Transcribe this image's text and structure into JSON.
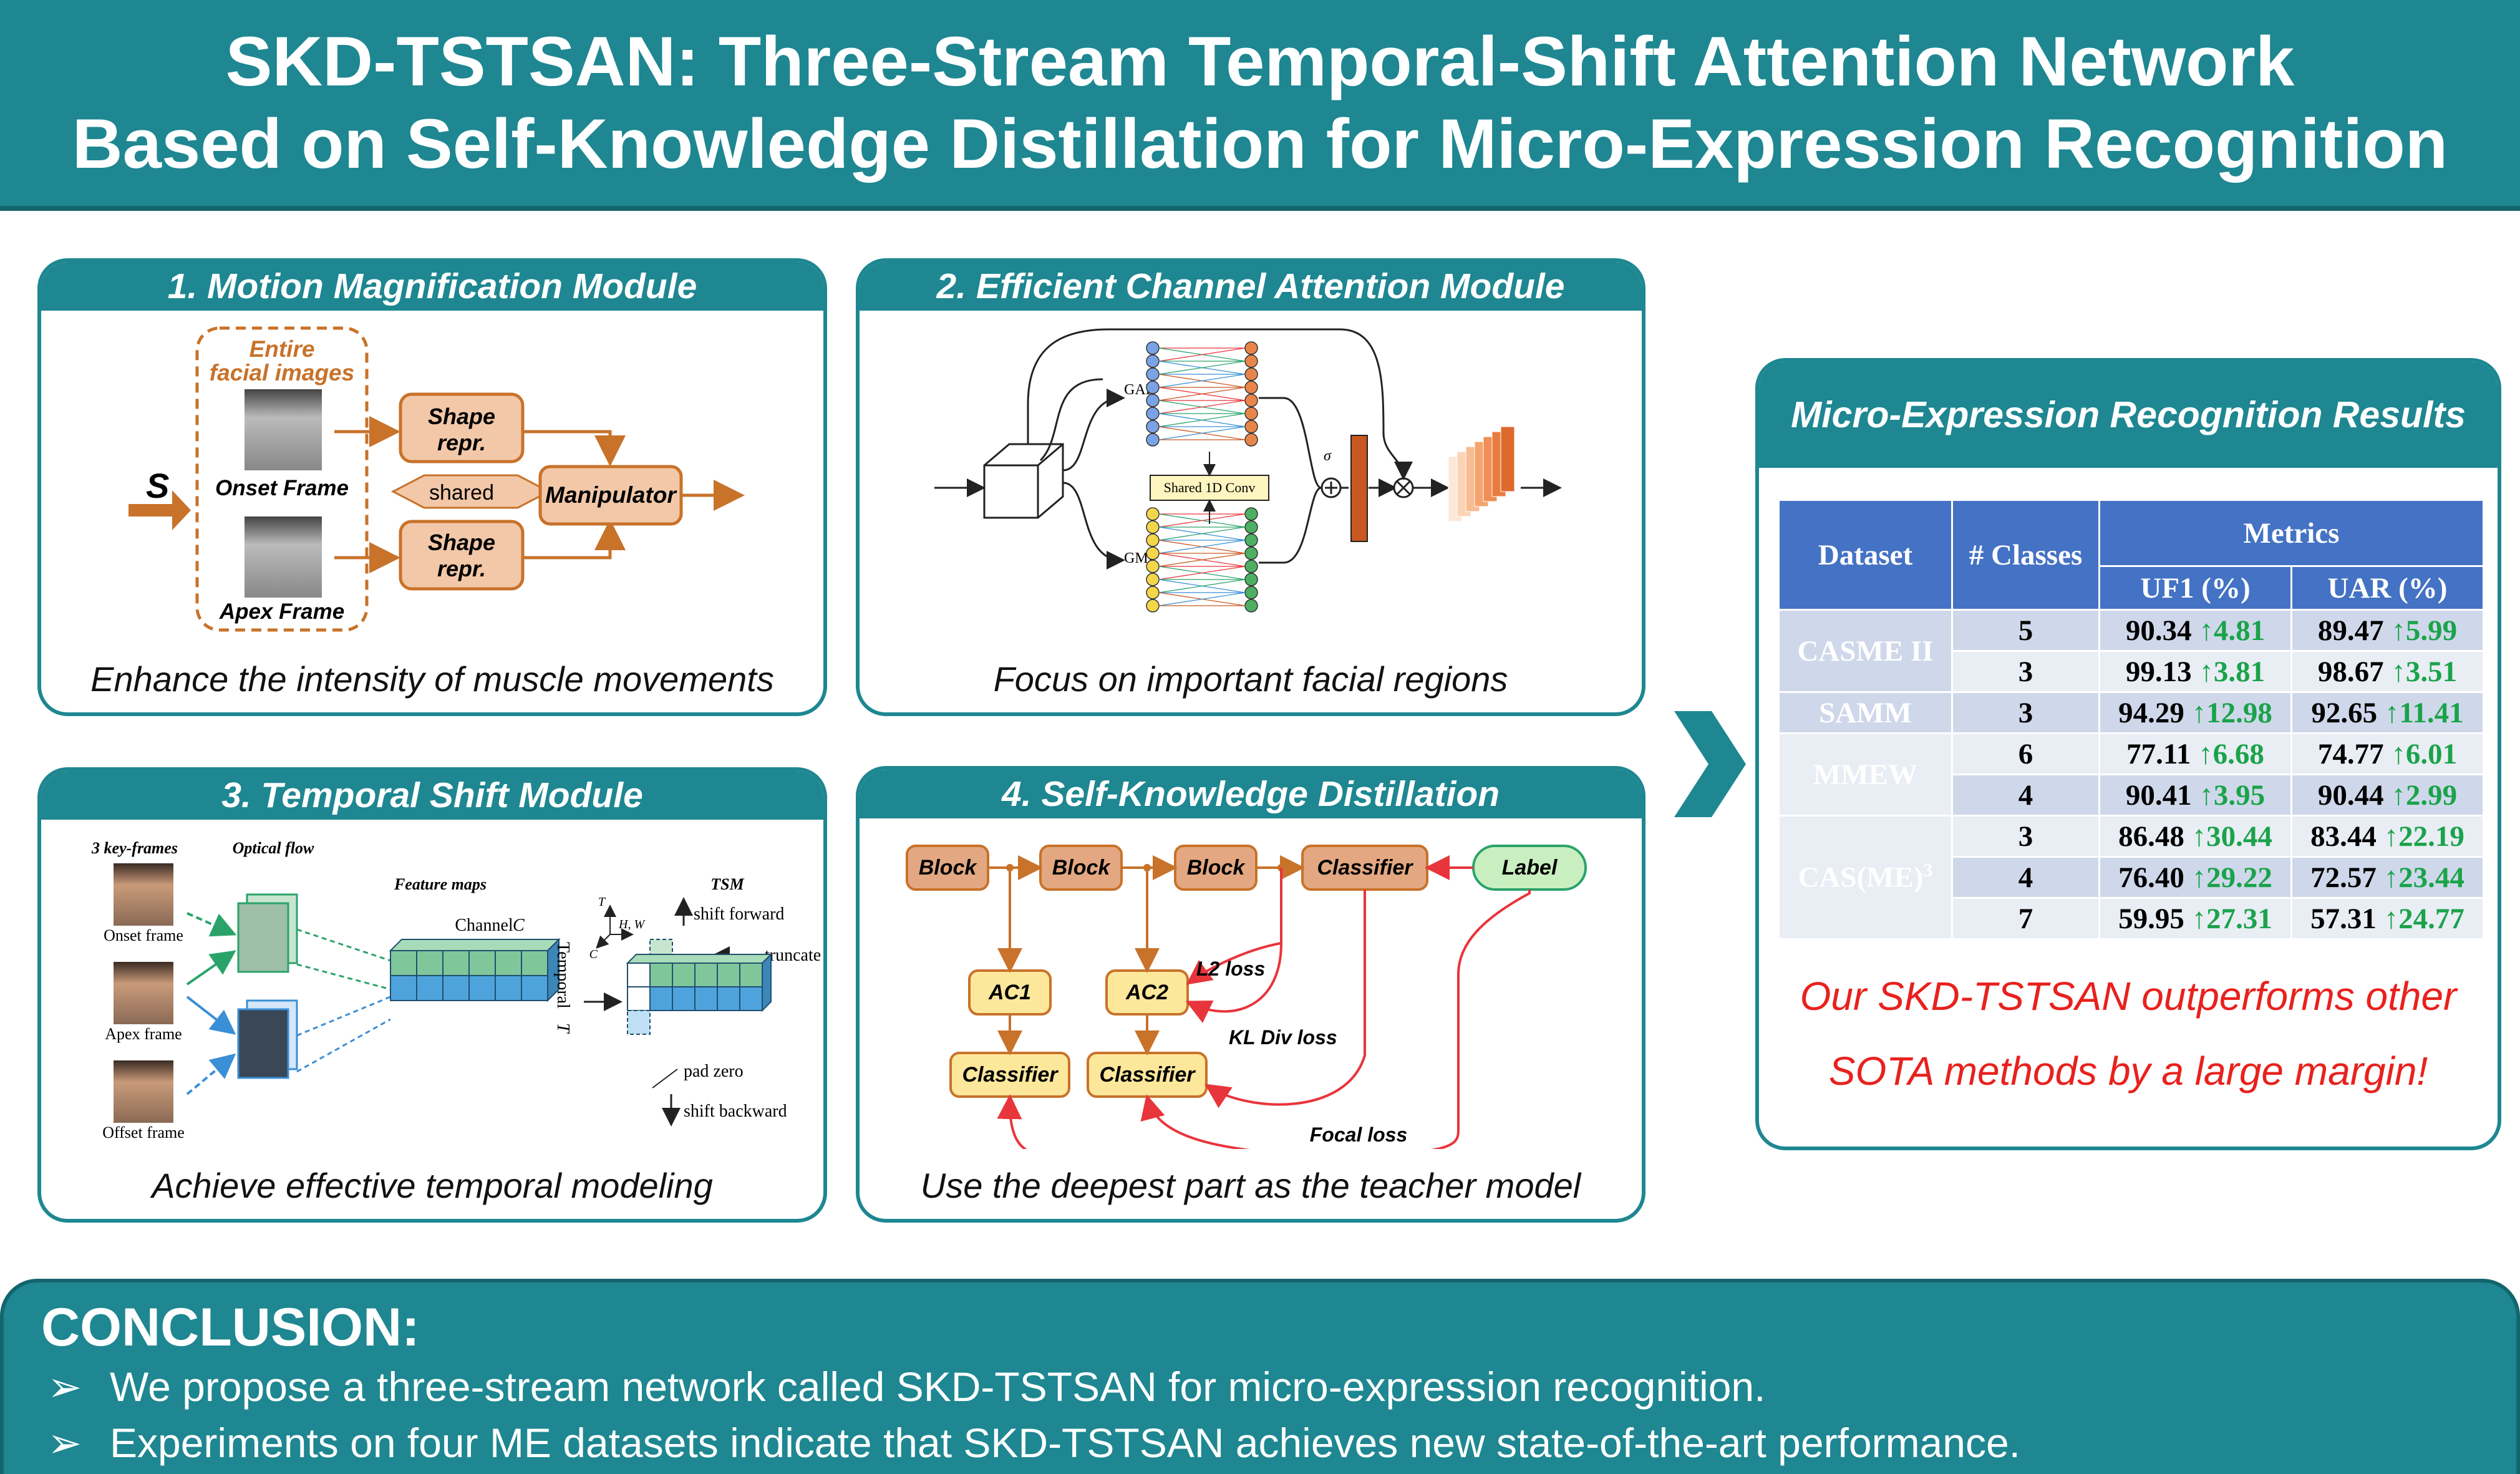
{
  "title": {
    "line1": "SKD-TSTSAN: Three-Stream Temporal-Shift Attention Network",
    "line2": "Based on Self-Knowledge Distillation for Micro-Expression Recognition"
  },
  "panel1": {
    "heading": "1. Motion Magnification Module",
    "input": "S",
    "entire": "Entire",
    "facial": "facial images",
    "onset": "Onset Frame",
    "apex": "Apex Frame",
    "shape": "Shape",
    "repr": "repr.",
    "shared": "shared",
    "manipulator": "Manipulator",
    "caption": "Enhance the intensity of muscle movements"
  },
  "panel2": {
    "heading": "2. Efficient Channel Attention Module",
    "gap": "GAP",
    "gmp": "GMP",
    "conv": "Shared 1D Conv",
    "sigma": "σ",
    "caption": "Focus on important facial regions"
  },
  "panel3": {
    "heading": "3. Temporal Shift Module",
    "keyframes": "3 key-frames",
    "flow": "Optical flow",
    "featmaps": "Feature maps",
    "channel": "Channel",
    "channel_c": "C",
    "temporal": "Temporal",
    "temporal_t": "T",
    "onset": "Onset frame",
    "apex": "Apex frame",
    "offset": "Offset frame",
    "tsm": "TSM",
    "shift_fwd": "shift forward",
    "truncate": "truncate",
    "pad": "pad zero",
    "shift_bwd": "shift backward",
    "axis_t": "T",
    "axis_hw": "H, W",
    "axis_c": "C",
    "caption": "Achieve effective temporal modeling"
  },
  "panel4": {
    "heading": "4. Self-Knowledge Distillation",
    "block": "Block",
    "classifier": "Classifier",
    "label": "Label",
    "ac1": "AC1",
    "ac2": "AC2",
    "l2": "L2 loss",
    "kl": "KL Div loss",
    "focal": "Focal loss",
    "caption": "Use the deepest part as the teacher model"
  },
  "results": {
    "heading": "Micro-Expression Recognition Results",
    "headers": {
      "dataset": "Dataset",
      "classes": "# Classes",
      "metrics": "Metrics",
      "uf1": "UF1 (%)",
      "uar": "UAR (%)"
    },
    "rows": [
      {
        "dataset": "CASME II",
        "classes": "5",
        "uf1": "90.34",
        "uf1_up": "↑4.81",
        "uar": "89.47",
        "uar_up": "↑5.99"
      },
      {
        "dataset": "",
        "classes": "3",
        "uf1": "99.13",
        "uf1_up": "↑3.81",
        "uar": "98.67",
        "uar_up": "↑3.51"
      },
      {
        "dataset": "SAMM",
        "classes": "3",
        "uf1": "94.29",
        "uf1_up": "↑12.98",
        "uar": "92.65",
        "uar_up": "↑11.41"
      },
      {
        "dataset": "MMEW",
        "classes": "6",
        "uf1": "77.11",
        "uf1_up": "↑6.68",
        "uar": "74.77",
        "uar_up": "↑6.01"
      },
      {
        "dataset": "",
        "classes": "4",
        "uf1": "90.41",
        "uf1_up": "↑3.95",
        "uar": "90.44",
        "uar_up": "↑2.99"
      },
      {
        "dataset": "CAS(ME)",
        "dataset_sup": "3",
        "classes": "3",
        "uf1": "86.48",
        "uf1_up": "↑30.44",
        "uar": "83.44",
        "uar_up": "↑22.19"
      },
      {
        "dataset": "",
        "classes": "4",
        "uf1": "76.40",
        "uf1_up": "↑29.22",
        "uar": "72.57",
        "uar_up": "↑23.44"
      },
      {
        "dataset": "",
        "classes": "7",
        "uf1": "59.95",
        "uf1_up": "↑27.31",
        "uar": "57.31",
        "uar_up": "↑24.77"
      }
    ],
    "claim1": "Our SKD-TSTSAN outperforms other",
    "claim2": "SOTA methods by a large margin!"
  },
  "conclusion": {
    "heading": "CONCLUSION:",
    "bullet": "➢",
    "items": [
      "We propose a three-stream network called SKD-TSTSAN for micro-expression recognition.",
      "Experiments on four ME datasets indicate that SKD-TSTSAN achieves new state-of-the-art performance."
    ]
  },
  "colors": {
    "teal": "#1e8791",
    "orange": "#c8722a",
    "box": "#f2c8a8",
    "table_header": "#4472c4",
    "up": "#1aa34a",
    "claim": "#e8211d"
  }
}
